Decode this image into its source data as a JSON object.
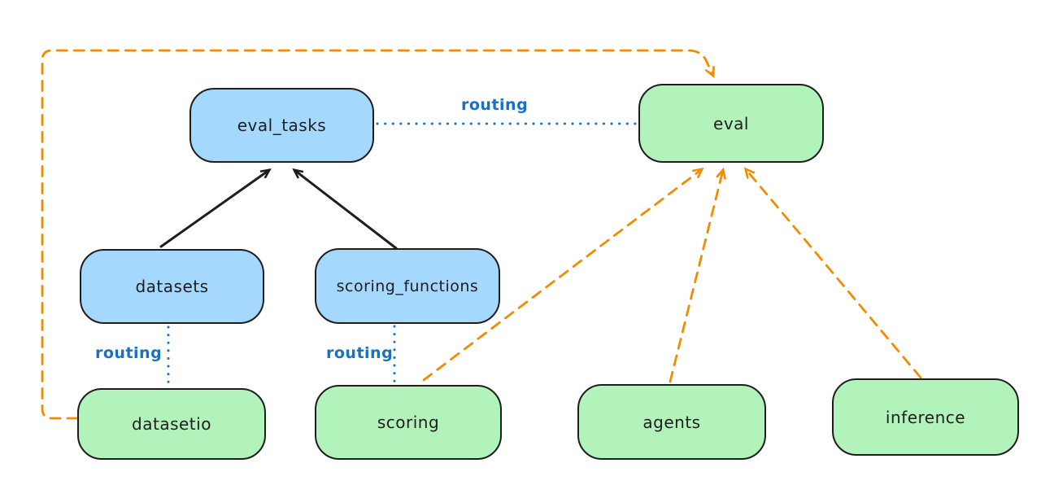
{
  "diagram": {
    "type": "architecture-diagram",
    "background": "#ffffff",
    "colors": {
      "api_fill_blue": "#a5d8ff",
      "provider_fill_green": "#b2f2bb",
      "stroke": "#1e1e1e",
      "routing_blue": "#1971c2",
      "dependency_orange": "#f08c00"
    },
    "nodes": {
      "eval_tasks": {
        "label": "eval_tasks",
        "fill": "blue"
      },
      "eval": {
        "label": "eval",
        "fill": "green"
      },
      "datasets": {
        "label": "datasets",
        "fill": "blue"
      },
      "scoring_functions": {
        "label": "scoring_functions",
        "fill": "blue"
      },
      "datasetio": {
        "label": "datasetio",
        "fill": "green"
      },
      "scoring": {
        "label": "scoring",
        "fill": "green"
      },
      "agents": {
        "label": "agents",
        "fill": "green"
      },
      "inference": {
        "label": "inference",
        "fill": "green"
      }
    },
    "edge_labels": {
      "eval_tasks_to_eval": "routing",
      "datasets_to_datasetio": "routing",
      "scoring_functions_to_scoring": "routing"
    },
    "edges": [
      {
        "from": "datasets",
        "to": "eval_tasks",
        "style": "solid-black-arrow"
      },
      {
        "from": "scoring_functions",
        "to": "eval_tasks",
        "style": "solid-black-arrow"
      },
      {
        "from": "eval_tasks",
        "to": "eval",
        "style": "dotted-blue",
        "label": "routing"
      },
      {
        "from": "datasets",
        "to": "datasetio",
        "style": "dotted-blue",
        "label": "routing"
      },
      {
        "from": "scoring_functions",
        "to": "scoring",
        "style": "dotted-blue",
        "label": "routing"
      },
      {
        "from": "datasetio",
        "to": "eval",
        "style": "dashed-orange-arrow"
      },
      {
        "from": "scoring",
        "to": "eval",
        "style": "dashed-orange-arrow"
      },
      {
        "from": "agents",
        "to": "eval",
        "style": "dashed-orange-arrow"
      },
      {
        "from": "inference",
        "to": "eval",
        "style": "dashed-orange-arrow"
      }
    ]
  }
}
